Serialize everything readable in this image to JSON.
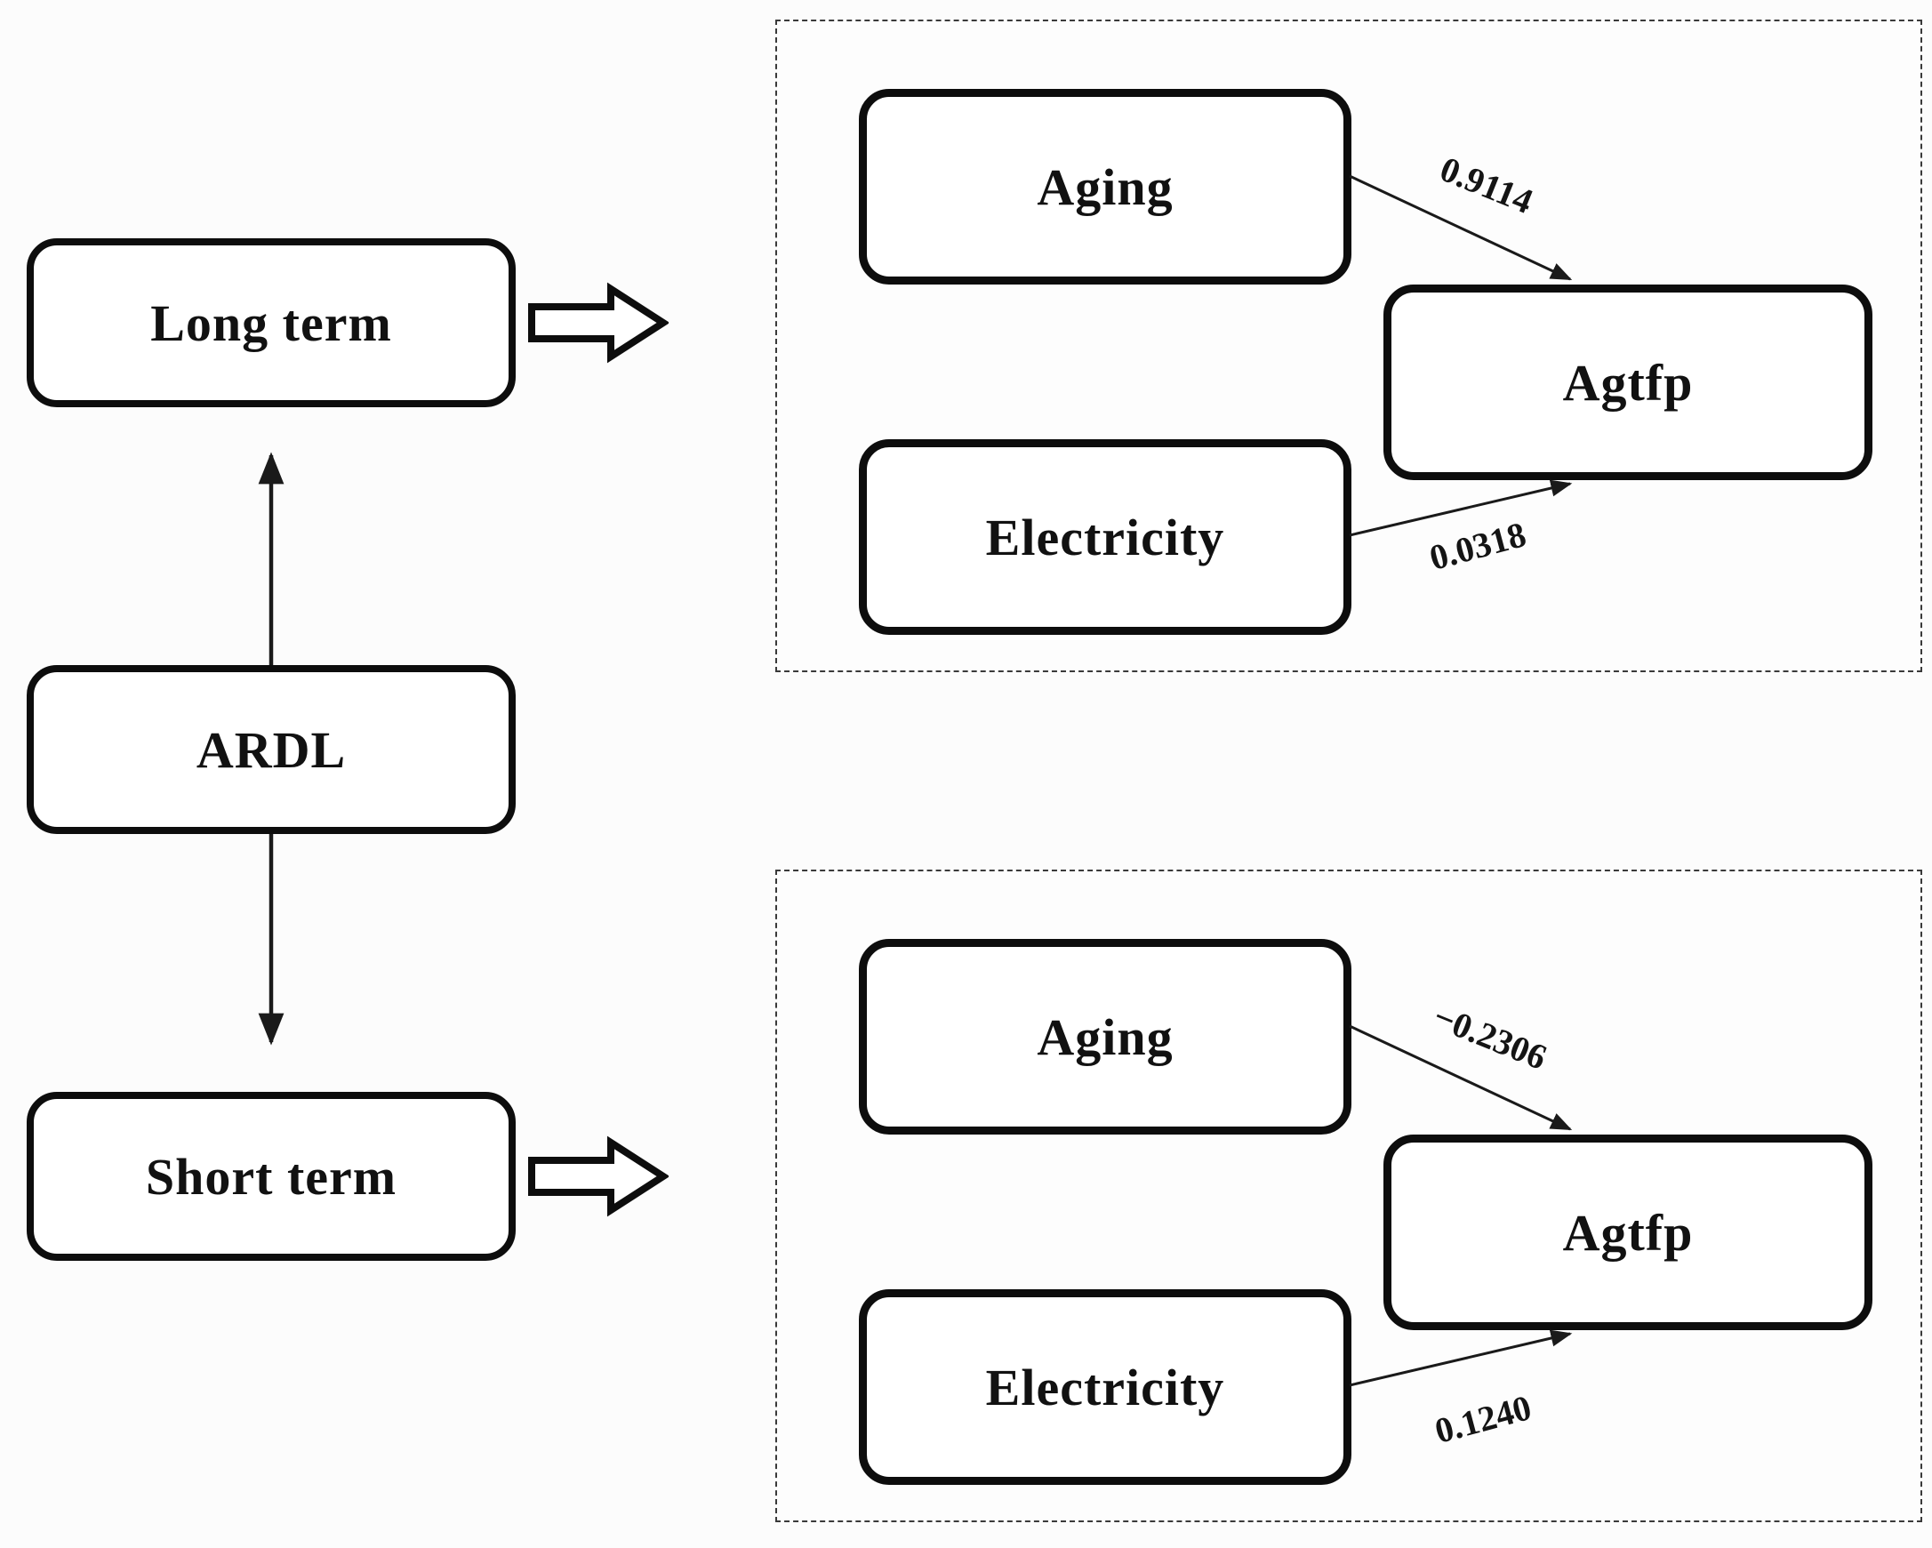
{
  "figure": {
    "left_flow": {
      "long_term": "Long term",
      "ardl": "ARDL",
      "short_term": "Short term"
    },
    "long_term_panel": {
      "aging": "Aging",
      "electricity": "Electricity",
      "outcome": "Agtfp",
      "aging_coefficient": "0.9114",
      "electricity_coefficient": "0.0318"
    },
    "short_term_panel": {
      "aging": "Aging",
      "electricity": "Electricity",
      "outcome": "Agtfp",
      "aging_coefficient": "−0.2306",
      "electricity_coefficient": "0.1240"
    },
    "colors": {
      "background": "#fcfcfc",
      "box_border": "#0d0d0d",
      "panel_border": "#3a3a3a",
      "arrow": "#1a1a1a",
      "text": "#111111"
    }
  }
}
